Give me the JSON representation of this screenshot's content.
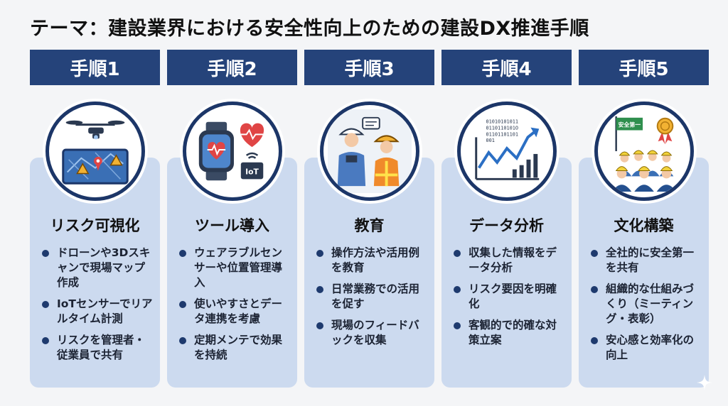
{
  "title": "テーマ：建設業界における安全性向上のための建設DX推進手順",
  "icons": [
    "drone-map-icon",
    "smartwatch-iot-icon",
    "workers-training-icon",
    "growth-chart-icon",
    "safety-team-flag-icon"
  ],
  "steps": [
    {
      "header": "手順1",
      "title": "リスク可視化",
      "bullets": [
        "ドローンや3Dスキャンで現場マップ作成",
        "IoTセンサーでリアルタイム計測",
        "リスクを管理者・従業員で共有"
      ]
    },
    {
      "header": "手順2",
      "title": "ツール導入",
      "bullets": [
        "ウェアラブルセンサーや位置管理導入",
        "使いやすさとデータ連携を考慮",
        "定期メンテで効果を持続"
      ]
    },
    {
      "header": "手順3",
      "title": "教育",
      "bullets": [
        "操作方法や活用例を教育",
        "日常業務での活用を促す",
        "現場のフィードバックを収集"
      ]
    },
    {
      "header": "手順4",
      "title": "データ分析",
      "bullets": [
        "収集した情報をデータ分析",
        "リスク要因を明確化",
        "客観的で的確な対策立案"
      ]
    },
    {
      "header": "手順5",
      "title": "文化構築",
      "bullets": [
        "全社的に安全第一を共有",
        "組織的な仕組みづくり（ミーティング・表彰）",
        "安心感と効率化の向上"
      ]
    }
  ],
  "icon_labels": {
    "iot_chip": "IoT",
    "binary_code": [
      "01010101011",
      "0110110101O",
      "01101101101",
      "001"
    ],
    "flag_text": "安全第一"
  },
  "colors": {
    "header_bg": "#25437a",
    "card_bg": "#ccdaef",
    "bullet": "#1e3a6e"
  }
}
